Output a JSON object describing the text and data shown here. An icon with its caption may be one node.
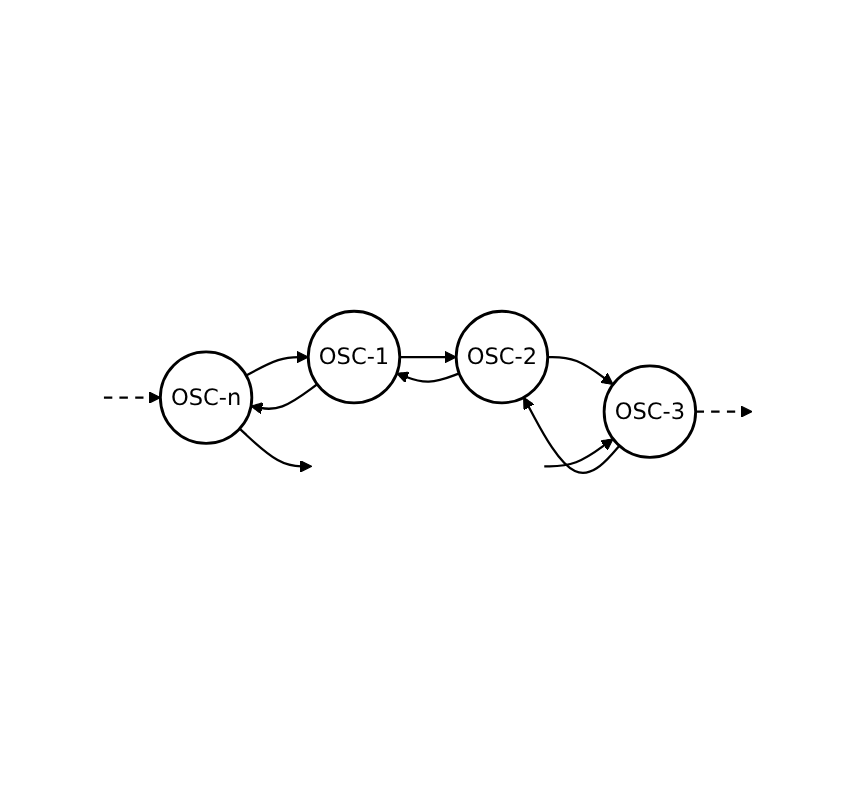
{
  "diagram": {
    "nodes": [
      {
        "text": [
          "OSC-n"
        ]
      },
      {
        "text": [
          "OSC-1"
        ]
      },
      {
        "text": [
          "OSC-2"
        ]
      },
      {
        "text": [
          "OSC-3"
        ]
      }
    ],
    "edges": [
      {
        "from": 0,
        "to": 1,
        "arrow": "to"
      },
      {
        "from": 1,
        "to": 2,
        "arrow": "to"
      },
      {
        "from": 2,
        "to": 3,
        "arrow": "to"
      },
      {
        "from": 1,
        "to": 0,
        "arrow": "to"
      },
      {
        "from": 2,
        "to": 1,
        "arrow": "to"
      },
      {
        "from": 3,
        "to": 2,
        "arrow": "to"
      },
      {
        "from": 0,
        "to": null,
        "arrow": "to"
      },
      {
        "from": null,
        "to": 0,
        "arrow": "to",
        "style": "dashed"
      },
      {
        "from": null,
        "to": 3,
        "arrow": "to"
      },
      {
        "from": 3,
        "to": null,
        "arrow": "to",
        "style": "dashed"
      }
    ]
  }
}
